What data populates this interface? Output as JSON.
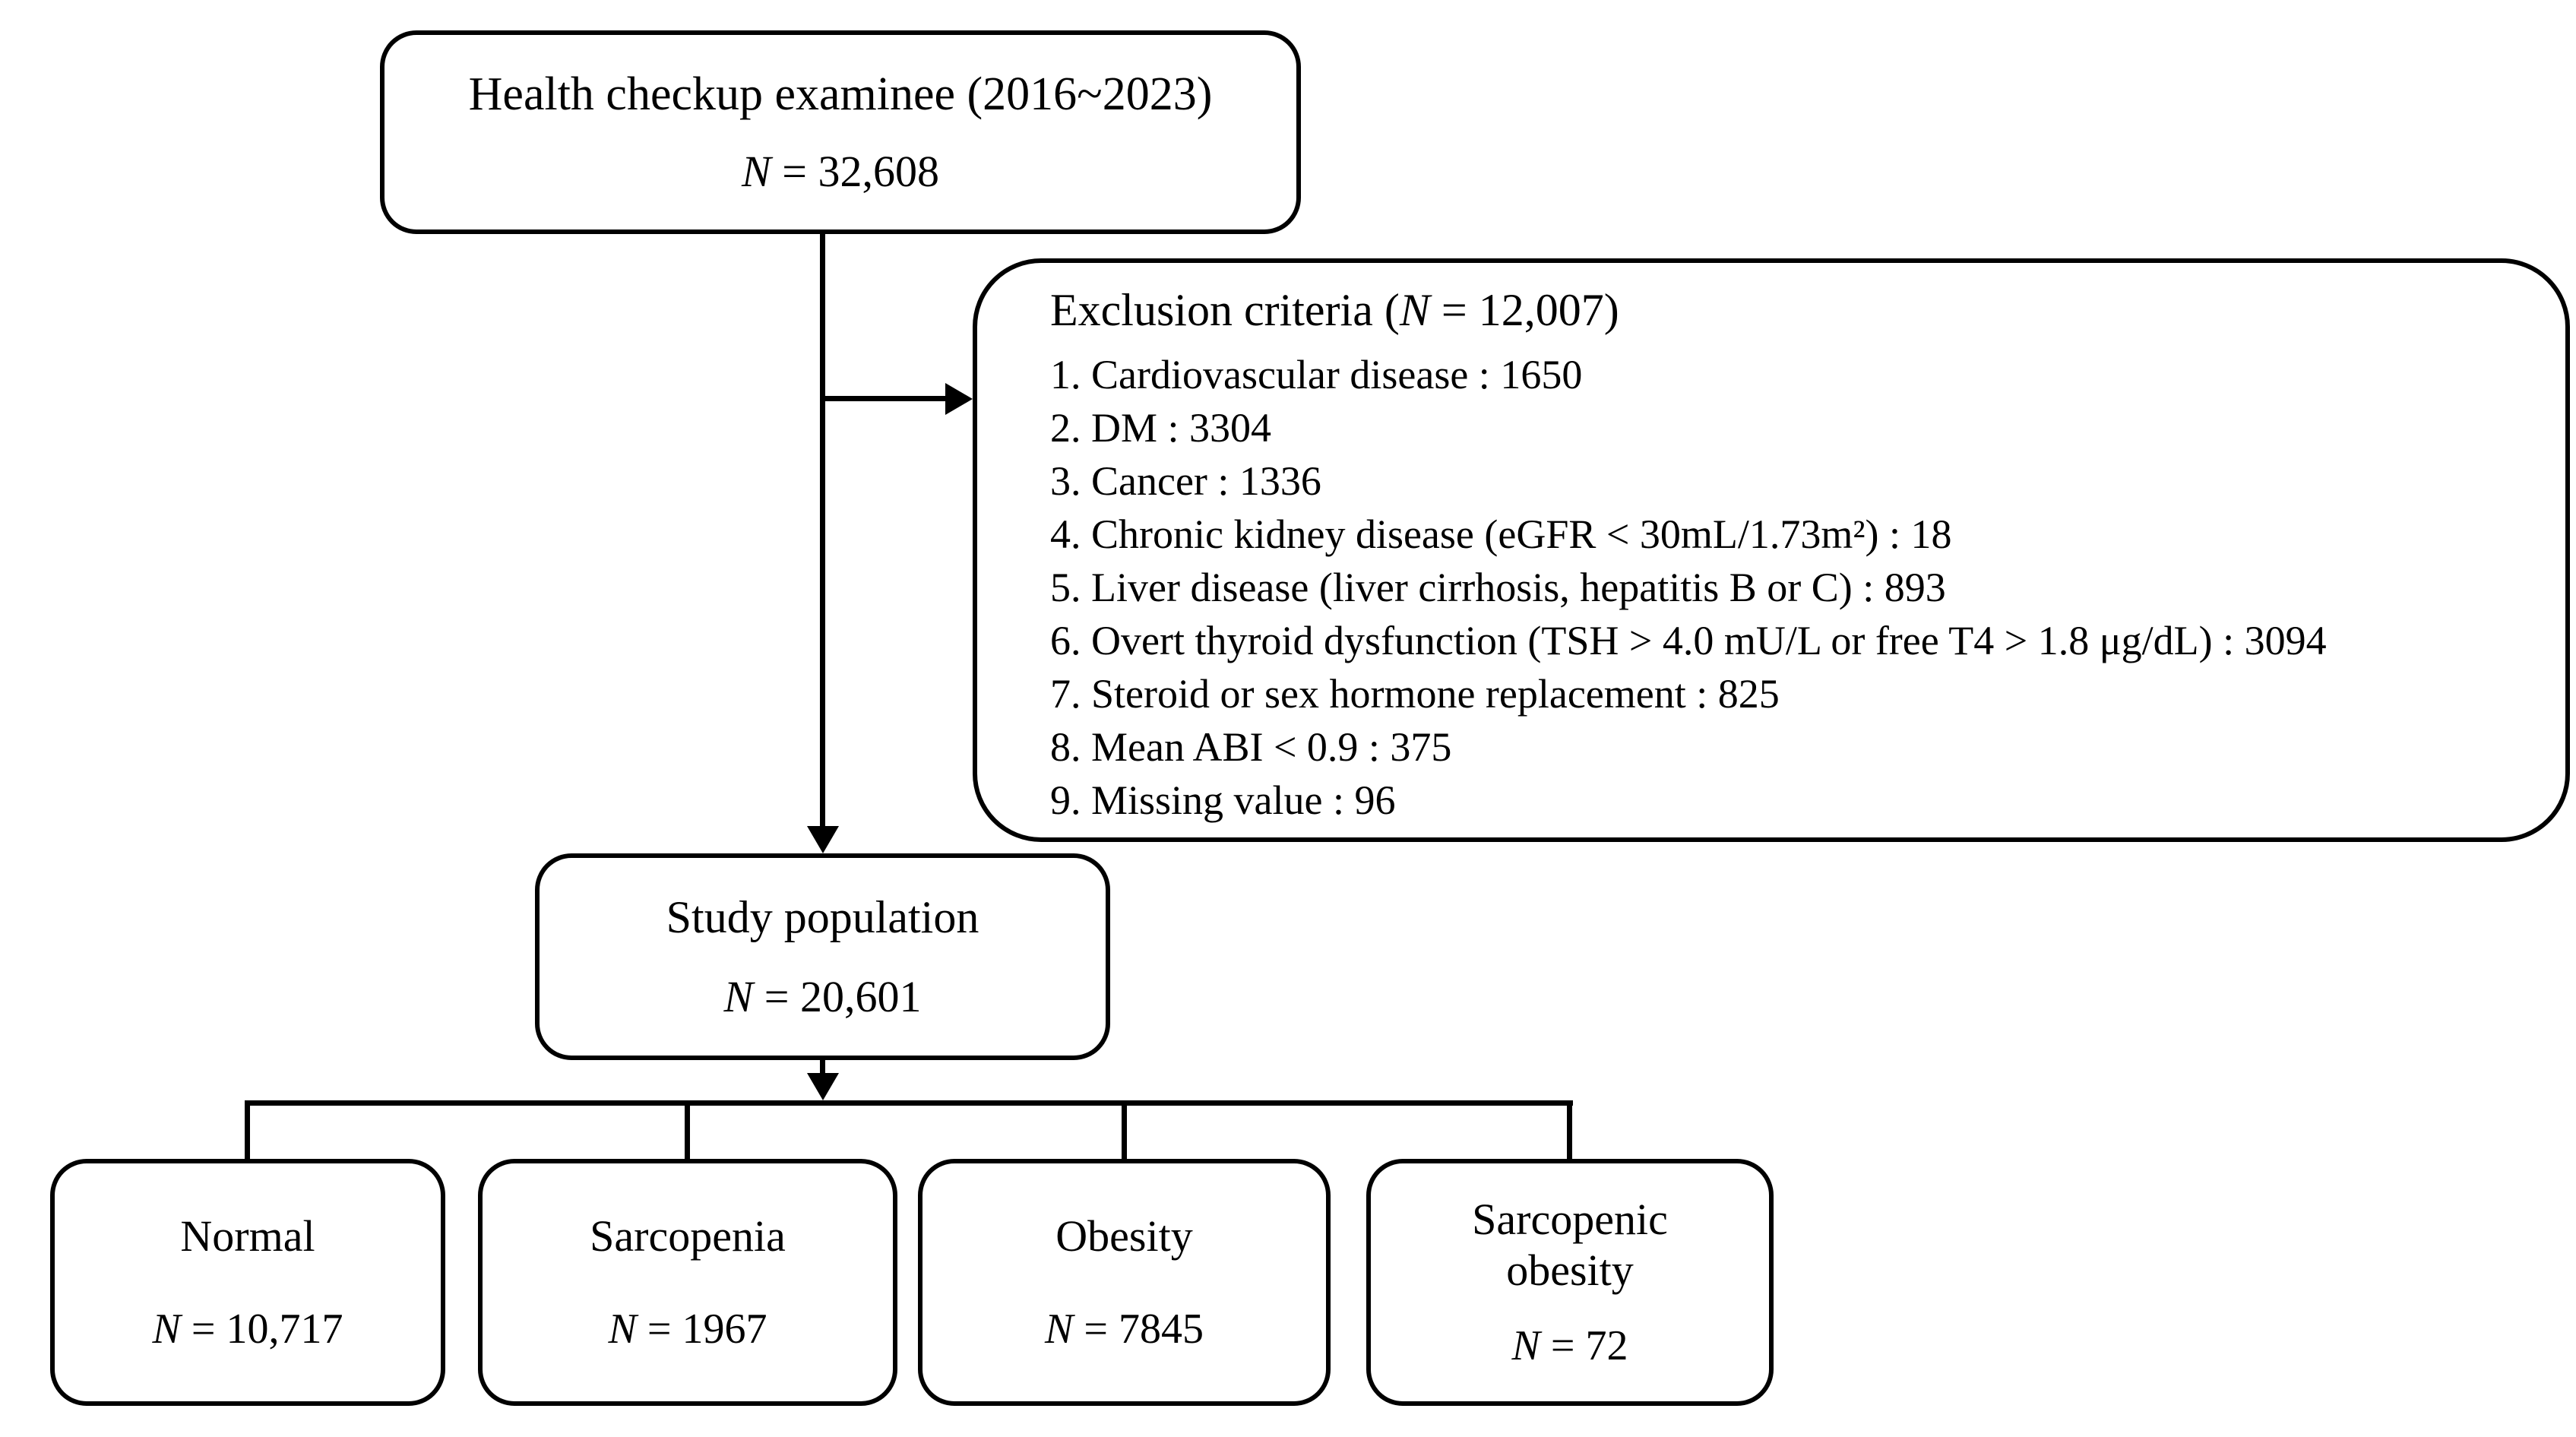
{
  "figure": {
    "type": "study-flow-diagram",
    "colors": {
      "line": "#000000",
      "background": "#ffffff",
      "box_border": "#000000",
      "text": "#000000"
    },
    "boxes": {
      "examinee": {
        "title": "Health checkup examinee (2016~2023)",
        "n_italic": "N",
        "n_text": " = 32,608"
      },
      "exclusion": {
        "header_pre": "Exclusion criteria (",
        "header_n": "N",
        "header_post": " = 12,007)",
        "items": [
          "1. Cardiovascular disease : 1650",
          "2. DM : 3304",
          "3. Cancer : 1336",
          "4. Chronic kidney disease (eGFR < 30mL/1.73m²) : 18",
          "5. Liver disease (liver cirrhosis, hepatitis B or C) : 893",
          "6. Overt thyroid dysfunction (TSH > 4.0 mU/L or free T4 > 1.8 μg/dL) : 3094",
          "7. Steroid or sex hormone replacement : 825",
          "8. Mean ABI < 0.9 : 375",
          "9. Missing value : 96"
        ]
      },
      "study_population": {
        "title": "Study population",
        "n_italic": "N",
        "n_text": " = 20,601"
      },
      "groups": [
        {
          "title": "Normal",
          "n_italic": "N",
          "n_text": " = 10,717"
        },
        {
          "title": "Sarcopenia",
          "n_italic": "N",
          "n_text": " = 1967"
        },
        {
          "title": "Obesity",
          "n_italic": "N",
          "n_text": " = 7845"
        },
        {
          "title": "Sarcopenic obesity",
          "n_italic": "N",
          "n_text": " = 72"
        }
      ]
    }
  }
}
